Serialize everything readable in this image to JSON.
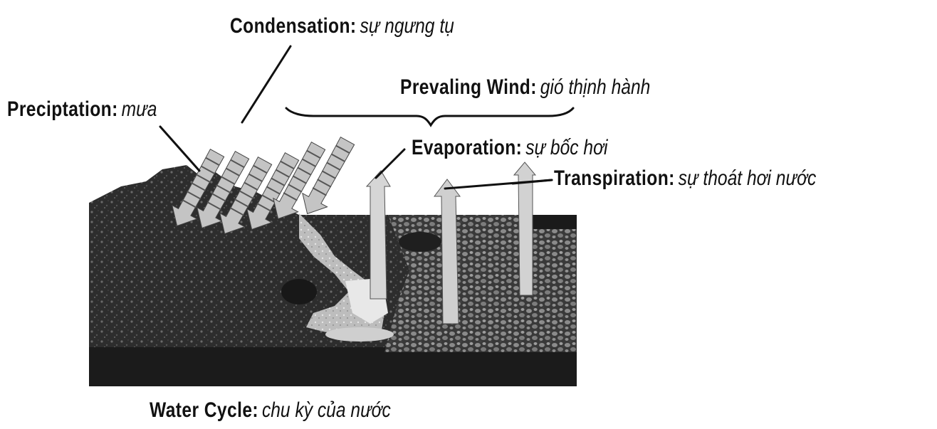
{
  "labels": {
    "condensation": {
      "term": "Condensation:",
      "translation": "sự ngưng tụ"
    },
    "prevailing_wind": {
      "term": "Prevaling Wind:",
      "translation": "gió thịnh hành"
    },
    "precipitation": {
      "term": "Preciptation:",
      "translation": "mưa"
    },
    "evaporation": {
      "term": "Evaporation:",
      "translation": "sự bốc hơi"
    },
    "transpiration": {
      "term": "Transpiration:",
      "translation": "sự thoát hơi nước"
    },
    "water_cycle": {
      "term": "Water Cycle:",
      "translation": "chu kỳ của nước"
    }
  },
  "colors": {
    "ink": "#111111",
    "ground_dark": "#1e1e1e",
    "ground_mid": "#3a3a3a",
    "arrow_fill": "#c9c9c9"
  }
}
